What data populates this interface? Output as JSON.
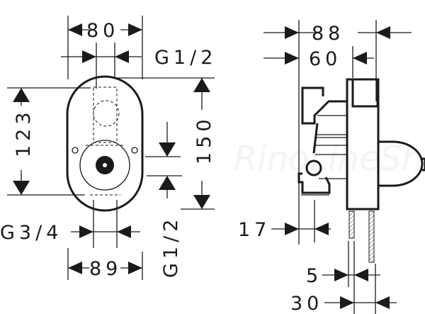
{
  "title": "Concealed mixer body dimension drawing",
  "watermark": "RinoLineShop",
  "front_view": {
    "width_top": "80",
    "inlet_top": "G1/2",
    "height_left": "123",
    "height_right": "150",
    "outlet_side": "G1/2",
    "inlet_bottom": "G3/4",
    "width_bottom": "89"
  },
  "side_view": {
    "depth_total": "88",
    "depth_body": "60",
    "offset": "17",
    "wall_min": "5",
    "wall_range": "30"
  }
}
